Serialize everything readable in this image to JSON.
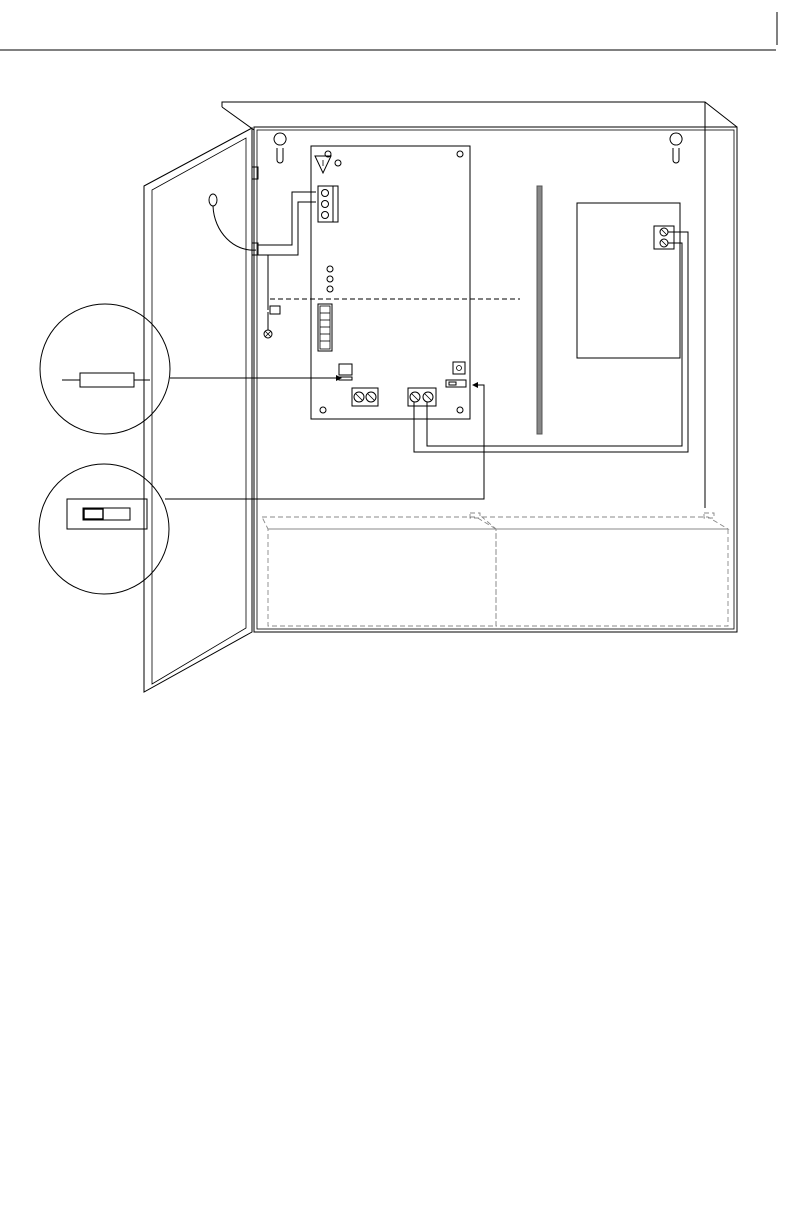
{
  "diagram": {
    "colors": {
      "line": "#000000",
      "heatsink": "#888888",
      "battery_outline": "#888888",
      "background": "#ffffff"
    },
    "callouts": [
      {
        "id": "fuse-callout",
        "depicts": "fuse"
      },
      {
        "id": "switch-callout",
        "depicts": "slide-switch"
      }
    ]
  }
}
